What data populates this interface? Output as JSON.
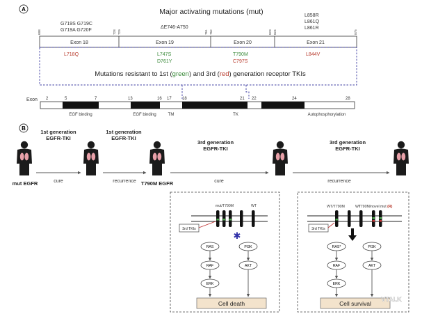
{
  "panelA": {
    "badge": "A",
    "title": "Major activating mutations (mut)",
    "mut_left": [
      "G719S G719C",
      "G719A G720F"
    ],
    "mut_mid": "ΔE746-A750",
    "mut_right": [
      "L858R",
      "L861Q",
      "L861R"
    ],
    "positions": [
      "688",
      "728",
      "729",
      "761",
      "762",
      "823",
      "824",
      "875"
    ],
    "exons": [
      "Exon 18",
      "Exon 19",
      "Exon 20",
      "Exon 21"
    ],
    "res_18": "L718Q",
    "res_19a": "L747S",
    "res_19b": "D761Y",
    "res_20a": "T790M",
    "res_20b": "C797S",
    "res_21": "L844V",
    "caption_pre": "Mutations resistant to 1st (",
    "caption_green": "green",
    "caption_mid": ") and 3rd (",
    "caption_red": "red",
    "caption_post": ") generation receptor TKIs",
    "exon_bar_label": "Exon",
    "exon_numbers": [
      "2",
      "5",
      "7",
      "13",
      "16",
      "17",
      "18",
      "21",
      "22",
      "24",
      "28"
    ],
    "domains": [
      "EGF binding",
      "EGF binding",
      "TM",
      "TK",
      "Autophosphorylation"
    ]
  },
  "panelB": {
    "badge": "B",
    "gen1a": [
      "1st generation",
      "EGFR-TKI"
    ],
    "gen1b": [
      "1st generation",
      "EGFR-TKI"
    ],
    "gen3a": [
      "3rd generation",
      "EGFR-TKI"
    ],
    "gen3b": [
      "3rd generation",
      "EGFR-TKI"
    ],
    "mut_egfr": "mut EGFR",
    "t790m_egfr": "T790M EGFR",
    "cure1": "cure",
    "recurrence1": "recurrence",
    "cure2": "cure",
    "recurrence2": "recurrence",
    "box1": {
      "receptor_a": "mut/T790M",
      "receptor_b": "WT",
      "drug": "3rd TKIs",
      "left_path": [
        "RAS",
        "RAF",
        "ERK"
      ],
      "right_path": [
        "PI3K",
        "AKT"
      ],
      "outcome": "Cell death"
    },
    "box2": {
      "receptor_a": "WT/T790M",
      "receptor_b": "WT",
      "receptor_c": "T790M/novel mut",
      "receptor_c_mark": "(R)",
      "drug": "3rd TKIs",
      "left_path": [
        "RAS*",
        "RAF",
        "ERK"
      ],
      "right_path": [
        "PI3K",
        "AKT"
      ],
      "outcome": "Cell survival"
    },
    "watermark": "VTALK"
  },
  "colors": {
    "green": "#3a8a3a",
    "red": "#b83a2c",
    "tk_bar": "#111111",
    "dashed": "#3c3ca0",
    "outcome_fill": "#f3e3cc"
  }
}
